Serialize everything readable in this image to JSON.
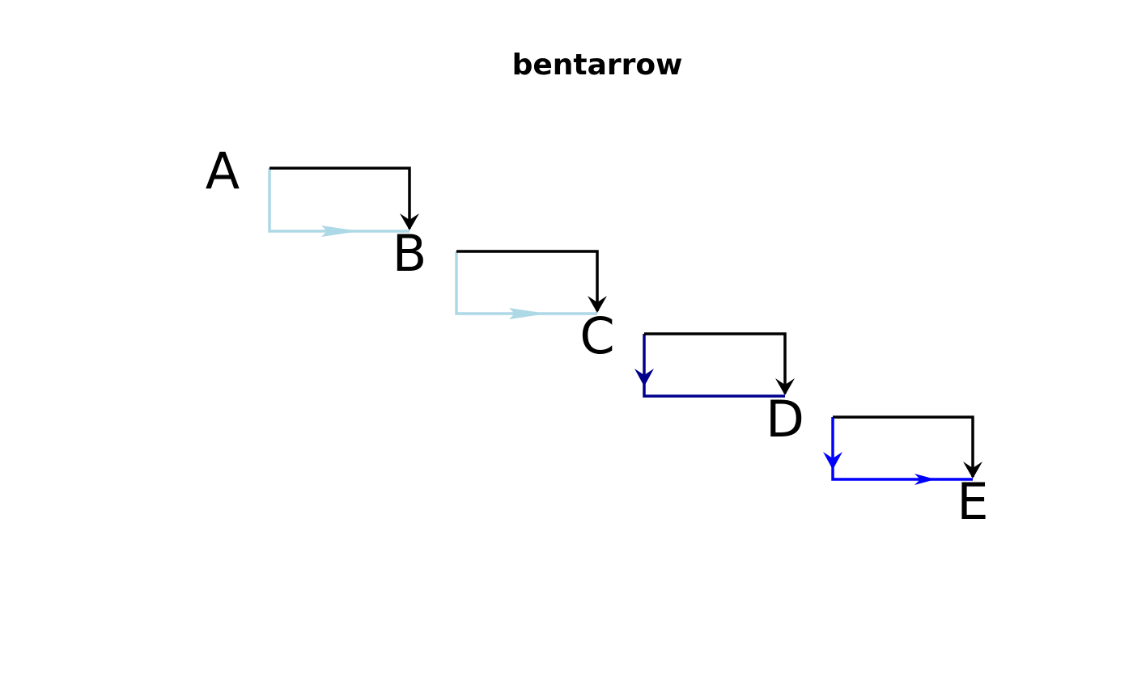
{
  "title": "bentarrow",
  "colors": {
    "black": "#000000",
    "lightblue": "#add8e6",
    "darkblue": "#00008b",
    "blue": "#0000ff"
  },
  "nodes": [
    {
      "id": "A",
      "label": "A"
    },
    {
      "id": "B",
      "label": "B"
    },
    {
      "id": "C",
      "label": "C"
    },
    {
      "id": "D",
      "label": "D"
    },
    {
      "id": "E",
      "label": "E"
    }
  ],
  "arrows": [
    {
      "from": "A",
      "to": "B",
      "black_arrow": "end",
      "colored_path": "lightblue",
      "colored_arrowhead": "mid-horizontal"
    },
    {
      "from": "B",
      "to": "C",
      "black_arrow": "end",
      "colored_path": "lightblue",
      "colored_arrowhead": "mid-horizontal"
    },
    {
      "from": "C",
      "to": "D",
      "black_arrow": "end",
      "colored_path": "darkblue",
      "colored_arrowhead": "mid-vertical"
    },
    {
      "from": "D",
      "to": "E",
      "black_arrow": "end",
      "colored_path": "blue",
      "colored_arrowhead": "both"
    }
  ]
}
